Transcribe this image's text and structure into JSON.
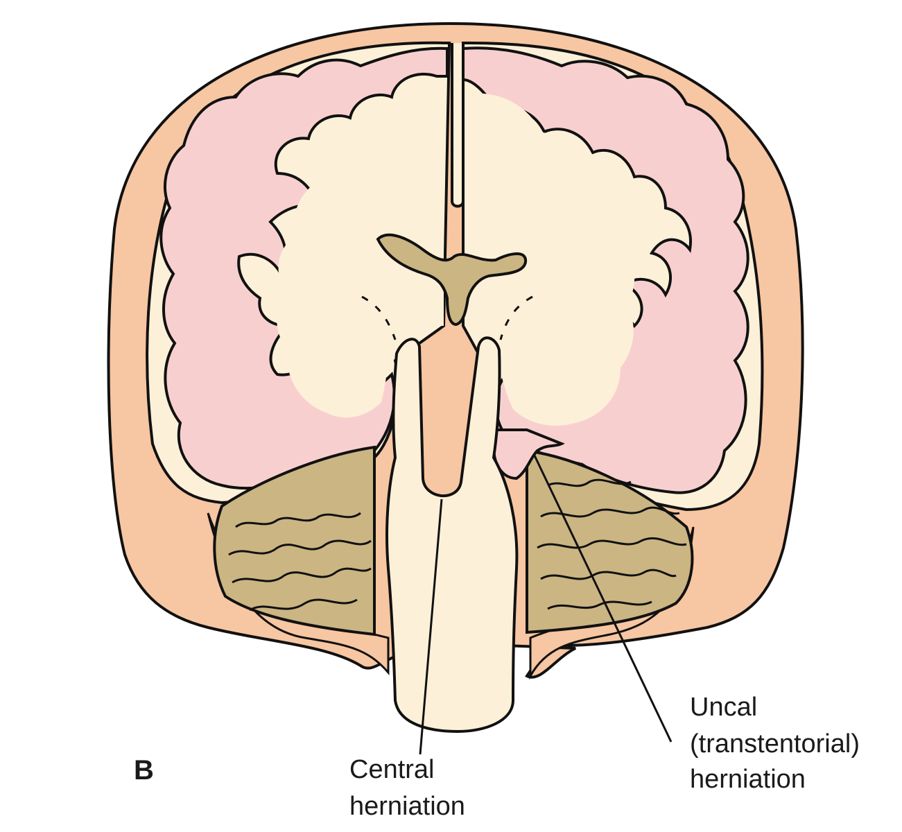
{
  "panel_label": "B",
  "callouts": {
    "central": {
      "line1": "Central",
      "line2": "herniation"
    },
    "uncal": {
      "line1": "Uncal",
      "line2": "(transtentorial)",
      "line3": "herniation"
    }
  },
  "colors": {
    "skull": "#f7c6a2",
    "brain_matter": "#fdf0d8",
    "cortex": "#f8cfcf",
    "cerebellum": "#cbb583",
    "ventricle": "#cbb583",
    "outline": "#111111"
  }
}
